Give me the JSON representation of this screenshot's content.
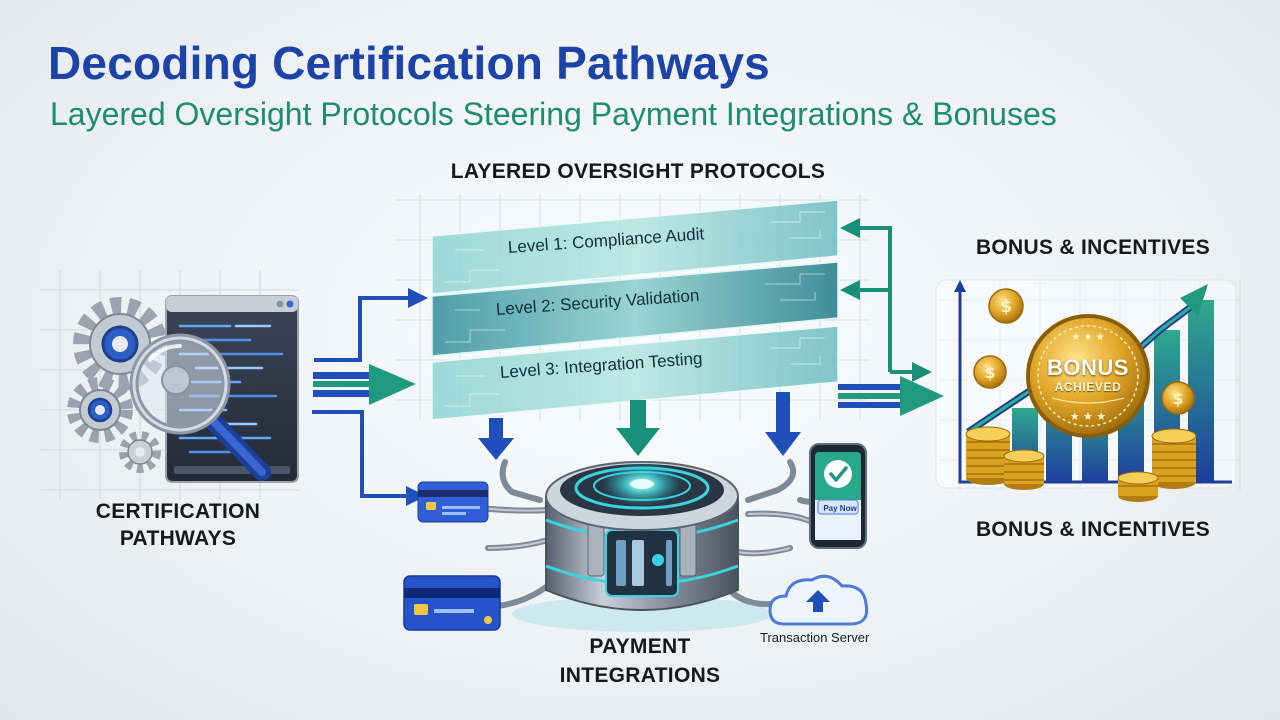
{
  "header": {
    "title": "Decoding Certification Pathways",
    "subtitle": "Layered Oversight Protocols Steering Payment Integrations & Bonuses"
  },
  "sections": {
    "protocols_heading": "LAYERED OVERSIGHT PROTOCOLS",
    "bonus_heading_top": "BONUS & INCENTIVES",
    "bonus_heading_bottom": "BONUS & INCENTIVES",
    "certification_label": "CERTIFICATION PATHWAYS",
    "payment_label": "PAYMENT INTEGRATIONS"
  },
  "levels": [
    {
      "label": "Level 1: Compliance Audit"
    },
    {
      "label": "Level 2: Security Validation"
    },
    {
      "label": "Level 3: Integration Testing"
    }
  ],
  "badge": {
    "line1": "BONUS",
    "line2": "ACHIEVED"
  },
  "phone": {
    "button_label": "Pay Now"
  },
  "server": {
    "label": "Transaction Server"
  },
  "colors": {
    "title_blue": "#1b43a8",
    "subtitle_green": "#1c8c72",
    "arrow_blue": "#1f4fb8",
    "arrow_teal": "#169079",
    "panel_teal": "#5fb0b3",
    "gold": "#d9a21f"
  },
  "icons": [
    "gear-icon",
    "magnifier-icon",
    "code-window-icon",
    "credit-card-icon",
    "smartphone-icon",
    "checkmark-icon",
    "cloud-upload-icon",
    "coin-icon",
    "bar-chart-icon",
    "trend-arrow-icon",
    "medal-icon"
  ]
}
